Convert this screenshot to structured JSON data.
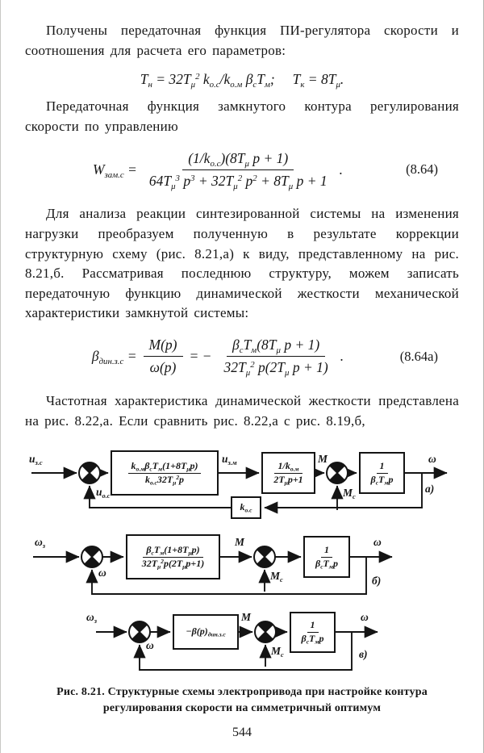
{
  "page": {
    "number": "544"
  },
  "paragraphs": {
    "p1": "Получены передаточная функция ПИ-регулятора скорости и соотношения для расчета его параметров:",
    "p2": "Передаточная функция замкнутого контура регулирования скорости по управлению",
    "p3": "Для анализа реакции синтезированной системы на изменения нагрузки преобразуем полученную в результате коррекции структурную схему (рис. 8.21,а) к виду, представленному на рис. 8.21,б. Рассматривая последнюю структуру, можем записать передаточную функцию динамической жесткости механической характеристики замкнутой системы:",
    "p4": "Частотная характеристика динамической жесткости представлена на рис. 8.22,а. Если сравнить рис. 8.22,а с рис. 8.19,б,"
  },
  "formulas": {
    "params": "T_{н} = 32T_{μ}^{2} k_{о.с}/k_{о.м} β_{с}T_{м};  T_{к} = 8T_{μ}.",
    "eq864": {
      "lhs": "W_{зам.с} =",
      "num": "(1/k_{о.с})(8T_{μ} p + 1)",
      "den": "64T_{μ}^{3} p^{3} + 32T_{μ}^{2} p^{2} + 8T_{μ} p + 1",
      "tail": ".",
      "number": "(8.64)"
    },
    "eq864a": {
      "lhs": "β_{дин.з.с} =",
      "num1": "M(p)",
      "den1": "ω(p)",
      "mid": "= −",
      "num2": "β_{с}T_{м}(8T_{μ} p + 1)",
      "den2": "32T_{μ}^{2} p(2T_{μ} p + 1)",
      "tail": ".",
      "number": "(8.64а)"
    }
  },
  "figure": {
    "caption": "Рис. 8.21. Структурные схемы электропривода при настройке контура регулирования скорости на симметричный оптимум",
    "a": {
      "tag": "а)",
      "input": "u_{з.с}",
      "feedback_in": "u_{о.с}",
      "block1_num": "k_{о.м}β_{с}T_{м}(1+8T_{μ}p)",
      "block1_den": "k_{о.с}32T_{μ}^{2}p",
      "mid_signal": "u_{з.м}",
      "block2_num": "1/k_{о.м}",
      "block2_den": "2T_{μ}p+1",
      "torque": "M",
      "load": "M_{с}",
      "block3_num": "1",
      "block3_den": "β_{с}T_{м}p",
      "output": "ω",
      "fb_block": "k_{о.с}"
    },
    "b": {
      "tag": "б)",
      "input": "ω_{з}",
      "feedback": "ω",
      "block1_num": "β_{с}T_{м}(1+8T_{μ}p)",
      "block1_den": "32T_{μ}^{2}p(2T_{μ}p+1)",
      "torque": "M",
      "load": "M_{с}",
      "block3_num": "1",
      "block3_den": "β_{с}T_{м}p",
      "output": "ω"
    },
    "v": {
      "tag": "в)",
      "input": "ω_{з}",
      "feedback": "ω",
      "block1": "−β(p)_{дин.з.с}",
      "torque": "M",
      "load": "M_{с}",
      "block3_num": "1",
      "block3_den": "β_{с}T_{м}p",
      "output": "ω"
    }
  }
}
